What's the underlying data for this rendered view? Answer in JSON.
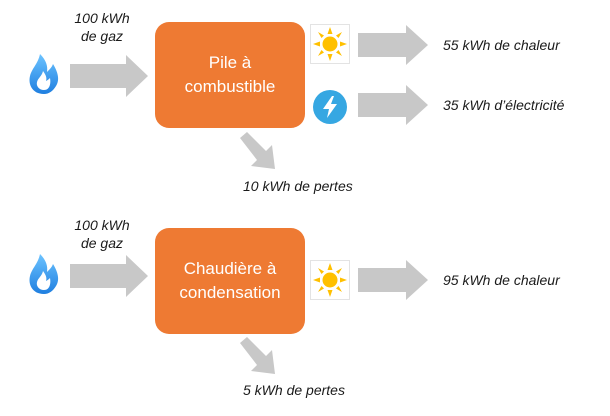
{
  "diagrams": [
    {
      "input_label": [
        "100 kWh",
        "de gaz"
      ],
      "device_label": [
        "Pile à",
        "combustible"
      ],
      "outputs": [
        {
          "label": "55 kWh de chaleur",
          "icon": "sun-icon"
        },
        {
          "label": "35 kWh d’électricité",
          "icon": "lightning-icon"
        }
      ],
      "loss_label": "10 kWh de pertes"
    },
    {
      "input_label": [
        "100 kWh",
        "de gaz"
      ],
      "device_label": [
        "Chaudière à",
        "condensation"
      ],
      "outputs": [
        {
          "label": "95 kWh de chaleur",
          "icon": "sun-icon"
        }
      ],
      "loss_label": "5 kWh de pertes"
    }
  ],
  "colors": {
    "box": "#ee7a33",
    "arrow": "#c8c8c8",
    "flame": "#2f8fe0",
    "bolt_bg": "#36a7e2",
    "sun": "#ffc000"
  }
}
